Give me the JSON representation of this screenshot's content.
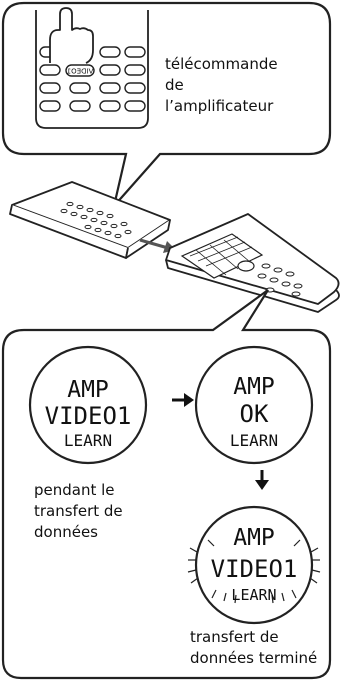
{
  "top_callout": {
    "remote_button_label": "VIDEO1",
    "caption_lines": [
      "télécommande",
      "de",
      "l’amplificateur"
    ]
  },
  "bottom_panel": {
    "display_during": {
      "line1": "AMP",
      "line2": "VIDEO1",
      "line3": "LEARN"
    },
    "display_ok": {
      "line1": "AMP",
      "line2": "OK",
      "line3": "LEARN"
    },
    "display_done": {
      "line1": "AMP",
      "line2": "VIDEO1",
      "line3": "LEARN"
    },
    "caption_during_lines": [
      "pendant le",
      "transfert de",
      "données"
    ],
    "caption_done_lines": [
      "transfert de",
      "données terminé"
    ]
  },
  "icons": {
    "arrow_right": "arrow-right-icon",
    "arrow_down": "arrow-down-icon",
    "transfer_arrow": "transfer-arrow-icon"
  }
}
